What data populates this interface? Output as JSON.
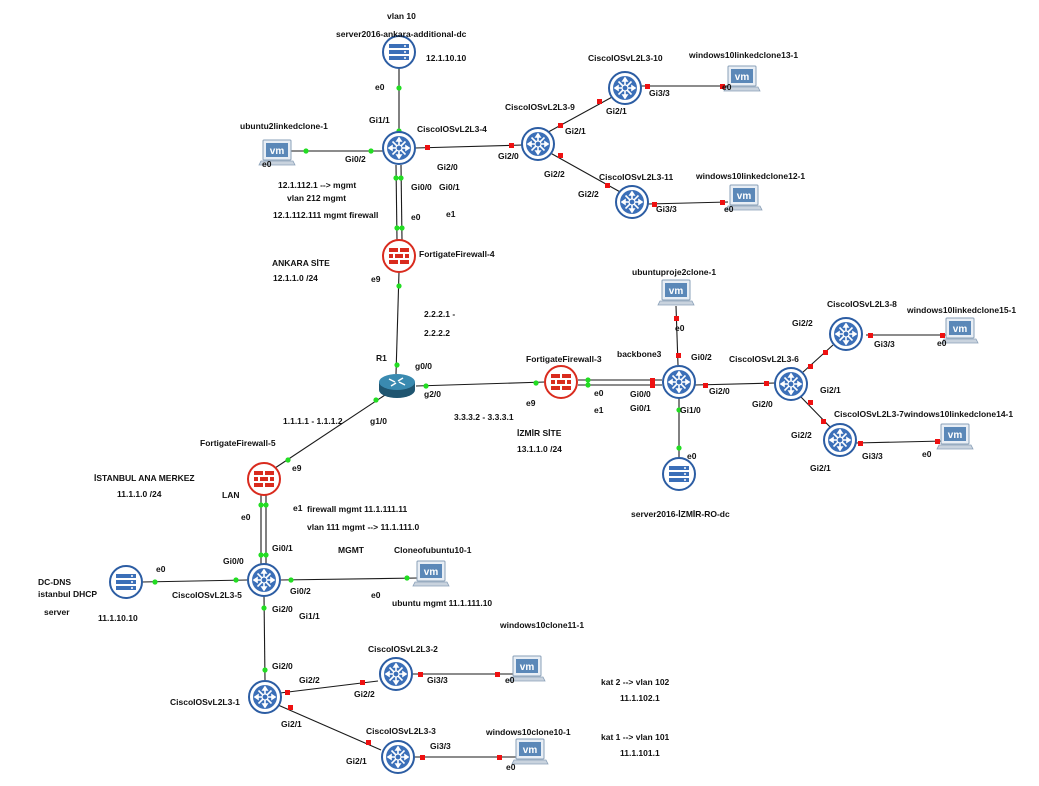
{
  "colors": {
    "switch": "#2c5da3",
    "firewall": "#d92b1e",
    "router": "#2a6d8f",
    "port_up": "#22dd22",
    "port_down": "#ee1111"
  },
  "nodes": [
    {
      "id": "srv_ank",
      "type": "server",
      "label": "server2016-ankara-additional-dc"
    },
    {
      "id": "ubuntu2",
      "type": "vm",
      "label": "ubuntu2linkedclone-1"
    },
    {
      "id": "sw4",
      "type": "switch",
      "label": "CiscoIOSvL2L3-4"
    },
    {
      "id": "sw9",
      "type": "switch",
      "label": "CiscoIOSvL2L3-9"
    },
    {
      "id": "sw10",
      "type": "switch",
      "label": "CiscoIOSvL2L3-10"
    },
    {
      "id": "sw11",
      "type": "switch",
      "label": "CiscoIOSvL2L3-11"
    },
    {
      "id": "win13",
      "type": "vm",
      "label": "windows10linkedclone13-1"
    },
    {
      "id": "win12",
      "type": "vm",
      "label": "windows10linkedclone12-1"
    },
    {
      "id": "fw4",
      "type": "firewall",
      "label": "FortigateFirewall-4"
    },
    {
      "id": "r1",
      "type": "router",
      "label": "R1"
    },
    {
      "id": "fw3",
      "type": "firewall",
      "label": "FortigateFirewall-3"
    },
    {
      "id": "upc",
      "type": "vm",
      "label": "ubuntuproje2clone-1"
    },
    {
      "id": "bb3",
      "type": "switch",
      "label": "backbone3"
    },
    {
      "id": "srv_izm",
      "type": "server",
      "label": "server2016-İZMİR-RO-dc"
    },
    {
      "id": "sw6",
      "type": "switch",
      "label": "CiscoIOSvL2L3-6"
    },
    {
      "id": "sw8",
      "type": "switch",
      "label": "CiscoIOSvL2L3-8"
    },
    {
      "id": "sw7",
      "type": "switch",
      "label": "CiscoIOSvL2L3-7"
    },
    {
      "id": "win15",
      "type": "vm",
      "label": "windows10linkedclone15-1"
    },
    {
      "id": "win14",
      "type": "vm",
      "label": "windows10linkedclone14-1"
    },
    {
      "id": "fw5",
      "type": "firewall",
      "label": "FortigateFirewall-5"
    },
    {
      "id": "sw5",
      "type": "switch",
      "label": "CiscoIOSvL2L3-5"
    },
    {
      "id": "dcdns",
      "type": "server",
      "label": "DC-DNS"
    },
    {
      "id": "cloneub",
      "type": "vm",
      "label": "Cloneofubuntu10-1"
    },
    {
      "id": "sw1",
      "type": "switch",
      "label": "CiscoIOSvL2L3-1"
    },
    {
      "id": "sw2",
      "type": "switch",
      "label": "CiscoIOSvL2L3-2"
    },
    {
      "id": "sw3",
      "type": "switch",
      "label": "CiscoIOSvL2L3-3"
    },
    {
      "id": "win11",
      "type": "vm",
      "label": "windows10clone11-1"
    },
    {
      "id": "win10",
      "type": "vm",
      "label": "windows10clone10-1"
    }
  ],
  "links": [
    {
      "a": "srv_ank",
      "b": "sw4",
      "ports": [
        "e0",
        "Gi1/1"
      ],
      "state": "up"
    },
    {
      "a": "ubuntu2",
      "b": "sw4",
      "ports": [
        "e0",
        "Gi0/2"
      ],
      "state": "up"
    },
    {
      "a": "sw4",
      "b": "sw9",
      "ports": [
        "Gi2/0",
        "Gi2/0"
      ],
      "state": "down"
    },
    {
      "a": "sw9",
      "b": "sw10",
      "ports": [
        "Gi2/1",
        "Gi2/1"
      ],
      "state": "down"
    },
    {
      "a": "sw9",
      "b": "sw11",
      "ports": [
        "Gi2/2",
        "Gi2/2"
      ],
      "state": "down"
    },
    {
      "a": "sw10",
      "b": "win13",
      "ports": [
        "Gi3/3",
        "e0"
      ],
      "state": "down"
    },
    {
      "a": "sw11",
      "b": "win12",
      "ports": [
        "Gi3/3",
        "e0"
      ],
      "state": "down"
    },
    {
      "a": "sw4",
      "b": "fw4",
      "ports": [
        "Gi0/0",
        "e0"
      ],
      "state": "up"
    },
    {
      "a": "sw4",
      "b": "fw4",
      "ports": [
        "Gi0/1",
        "e1"
      ],
      "state": "up"
    },
    {
      "a": "fw4",
      "b": "r1",
      "ports": [
        "e9",
        "g0/0"
      ],
      "state": "up"
    },
    {
      "a": "r1",
      "b": "fw3",
      "ports": [
        "g2/0",
        "e9"
      ],
      "state": "up"
    },
    {
      "a": "r1",
      "b": "fw5",
      "ports": [
        "g1/0",
        "e9"
      ],
      "state": "up"
    },
    {
      "a": "fw3",
      "b": "bb3",
      "ports": [
        "e0",
        "Gi0/0"
      ],
      "state": "down"
    },
    {
      "a": "fw3",
      "b": "bb3",
      "ports": [
        "e1",
        "Gi0/1"
      ],
      "state": "down"
    },
    {
      "a": "upc",
      "b": "bb3",
      "ports": [
        "e0",
        "Gi0/2"
      ],
      "state": "down"
    },
    {
      "a": "bb3",
      "b": "srv_izm",
      "ports": [
        "Gi1/0",
        "e0"
      ],
      "state": "up"
    },
    {
      "a": "bb3",
      "b": "sw6",
      "ports": [
        "Gi2/0",
        "Gi2/0"
      ],
      "state": "down"
    },
    {
      "a": "sw6",
      "b": "sw8",
      "ports": [
        "Gi2/2",
        "Gi2/2"
      ],
      "state": "down"
    },
    {
      "a": "sw6",
      "b": "sw7",
      "ports": [
        "Gi2/1",
        "Gi2/2"
      ],
      "state": "down"
    },
    {
      "a": "sw8",
      "b": "win15",
      "ports": [
        "Gi3/3",
        "e0"
      ],
      "state": "down"
    },
    {
      "a": "sw7",
      "b": "win14",
      "ports": [
        "Gi3/3",
        "e0"
      ],
      "state": "down"
    },
    {
      "a": "fw5",
      "b": "sw5",
      "ports": [
        "e0",
        "Gi0/0"
      ],
      "state": "up"
    },
    {
      "a": "fw5",
      "b": "sw5",
      "ports": [
        "e1",
        "Gi0/1"
      ],
      "state": "up"
    },
    {
      "a": "dcdns",
      "b": "sw5",
      "ports": [
        "e0",
        "Gi0/0"
      ],
      "state": "up"
    },
    {
      "a": "sw5",
      "b": "cloneub",
      "ports": [
        "Gi0/2",
        "e0"
      ],
      "state": "up"
    },
    {
      "a": "sw5",
      "b": "sw1",
      "ports": [
        "Gi2/0",
        "Gi2/0"
      ],
      "state": "up"
    },
    {
      "a": "sw1",
      "b": "sw2",
      "ports": [
        "Gi2/2",
        "Gi2/2"
      ],
      "state": "down"
    },
    {
      "a": "sw1",
      "b": "sw3",
      "ports": [
        "Gi2/1",
        "Gi2/1"
      ],
      "state": "down"
    },
    {
      "a": "sw2",
      "b": "win11",
      "ports": [
        "Gi3/3",
        "e0"
      ],
      "state": "down"
    },
    {
      "a": "sw3",
      "b": "win10",
      "ports": [
        "Gi3/3",
        "e0"
      ],
      "state": "down"
    }
  ],
  "texts": {
    "vlan10": "vlan 10",
    "srv_ank_ip": "12.1.10.10",
    "sw4_mgmt1": "12.1.112.1 --> mgmt",
    "sw4_mgmt2": "vlan 212 mgmt",
    "sw4_mgmt3": "12.1.112.111 mgmt firewall",
    "ankara_site": "ANKARA SİTE",
    "ankara_net": "12.1.1.0 /24",
    "r1_net1": "2.2.2.1 -",
    "r1_net2": "2.2.2.2",
    "r1_fw5_net": "1.1.1.1 - 1.1.1.2",
    "r1_fw3_net": "3.3.3.2 - 3.3.3.1",
    "izmir_site": "İZMİR SİTE",
    "izmir_net": "13.1.1.0 /24",
    "istanbul": "İSTANBUL ANA MERKEZ",
    "istanbul_net": "11.1.1.0 /24",
    "lan": "LAN",
    "fw5_mgmt": "firewall mgmt 11.1.111.11",
    "vlan111": "vlan 111 mgmt --> 11.1.111.0",
    "mgmt": "MGMT",
    "dc_dns2": "istanbul DHCP",
    "dc_server": "server",
    "dc_ip": "11.1.10.10",
    "ubuntu_mgmt": "ubuntu mgmt 11.1.111.10",
    "kat2": "kat 2 --> vlan 102",
    "kat2_ip": "11.1.102.1",
    "kat1": "kat 1 --> vlan 101",
    "kat1_ip": "11.1.101.1"
  },
  "port_labels": [
    "e0",
    "Gi1/1",
    "e0",
    "Gi0/2",
    "Gi2/0",
    "Gi2/0",
    "Gi0/0",
    "Gi0/1",
    "e0",
    "e1",
    "Gi2/1",
    "Gi2/1",
    "Gi3/3",
    "e0",
    "Gi2/2",
    "Gi2/2",
    "Gi3/3",
    "e0",
    "e9",
    "g0/0",
    "g2/0",
    "g1/0",
    "e9",
    "e0",
    "e1",
    "Gi0/0",
    "Gi0/1",
    "e0",
    "Gi0/2",
    "Gi1/0",
    "e0",
    "Gi2/0",
    "Gi2/0",
    "Gi2/2",
    "Gi3/3",
    "e0",
    "Gi2/1",
    "Gi2/2",
    "Gi3/3",
    "e0",
    "Gi2/1",
    "e9",
    "e0",
    "e1",
    "Gi0/1",
    "Gi0/0",
    "e0",
    "Gi0/2",
    "e0",
    "Gi2/0",
    "Gi1/1",
    "Gi2/0",
    "Gi2/2",
    "Gi2/2",
    "Gi3/3",
    "e0",
    "Gi2/1",
    "Gi2/1",
    "Gi3/3",
    "e0"
  ]
}
